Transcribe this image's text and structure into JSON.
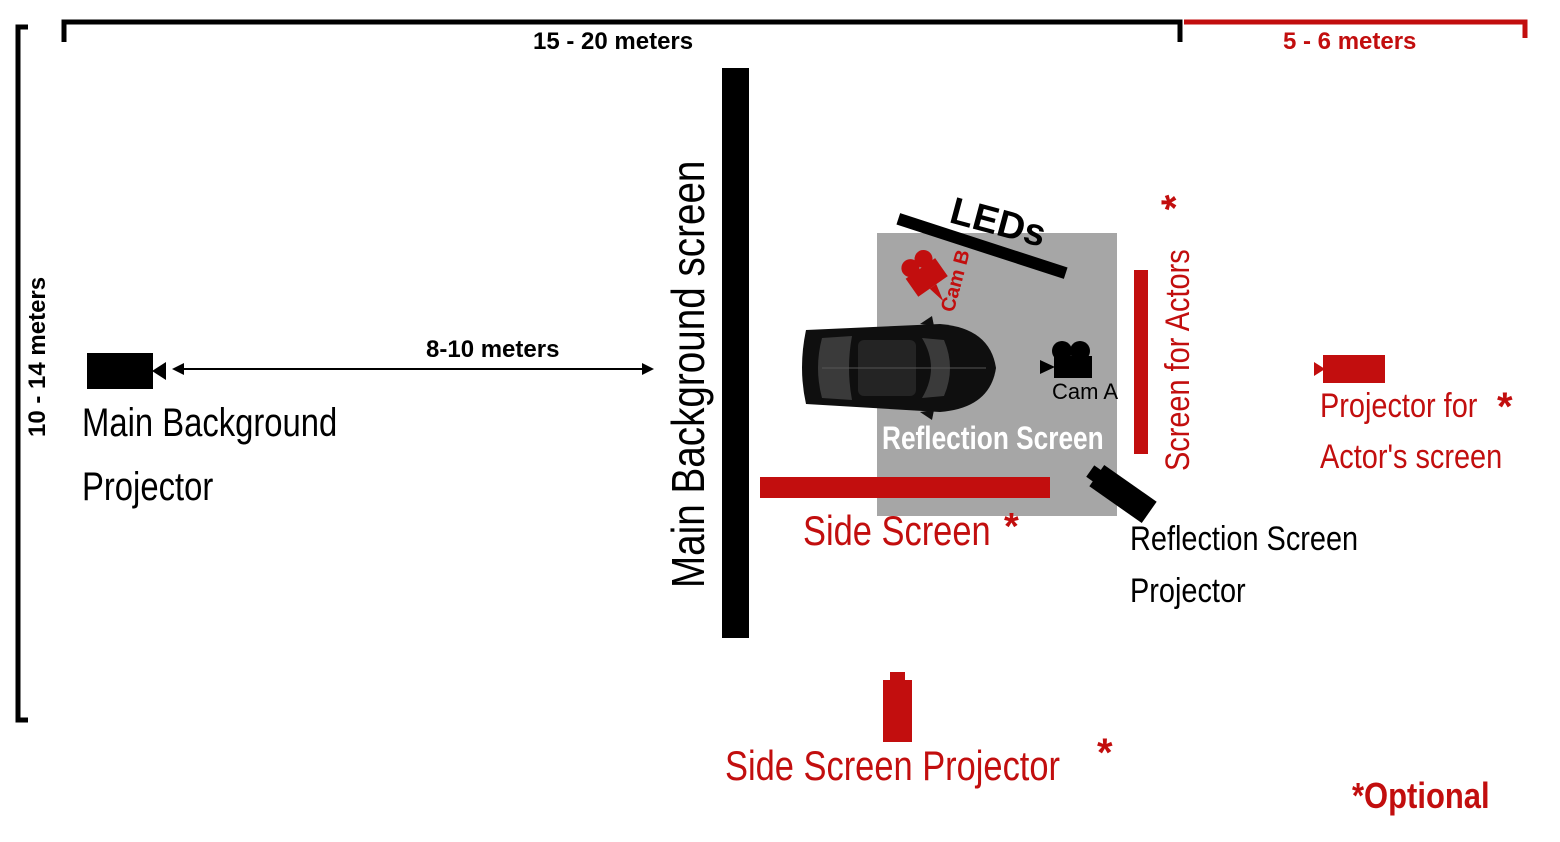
{
  "dimensions": {
    "top_length": "15 - 20 meters",
    "top_extra": "5 - 6 meters",
    "side_width": "10 - 14 meters",
    "projector_distance": "8-10 meters"
  },
  "labels": {
    "main_projector_line1": "Main Background",
    "main_projector_line2": "Projector",
    "main_screen": "Main Background screen",
    "leds": "LEDs",
    "cam_b": "Cam B",
    "cam_a": "Cam A",
    "reflection_screen": "Reflection Screen",
    "screen_for_actors": "Screen for Actors",
    "side_screen": "Side Screen",
    "reflection_projector_line1": "Reflection Screen",
    "reflection_projector_line2": "Projector",
    "actor_projector_line1": "Projector for",
    "actor_projector_line2": "Actor's screen",
    "side_projector": "Side Screen Projector",
    "asterisk": "*",
    "optional_note": "*Optional"
  },
  "colors": {
    "black": "#000000",
    "optional_red": "#c20e0e",
    "set_area_gray": "#a6a6a6"
  },
  "icons": [
    "camera-icon",
    "projector-icon",
    "car-icon"
  ]
}
